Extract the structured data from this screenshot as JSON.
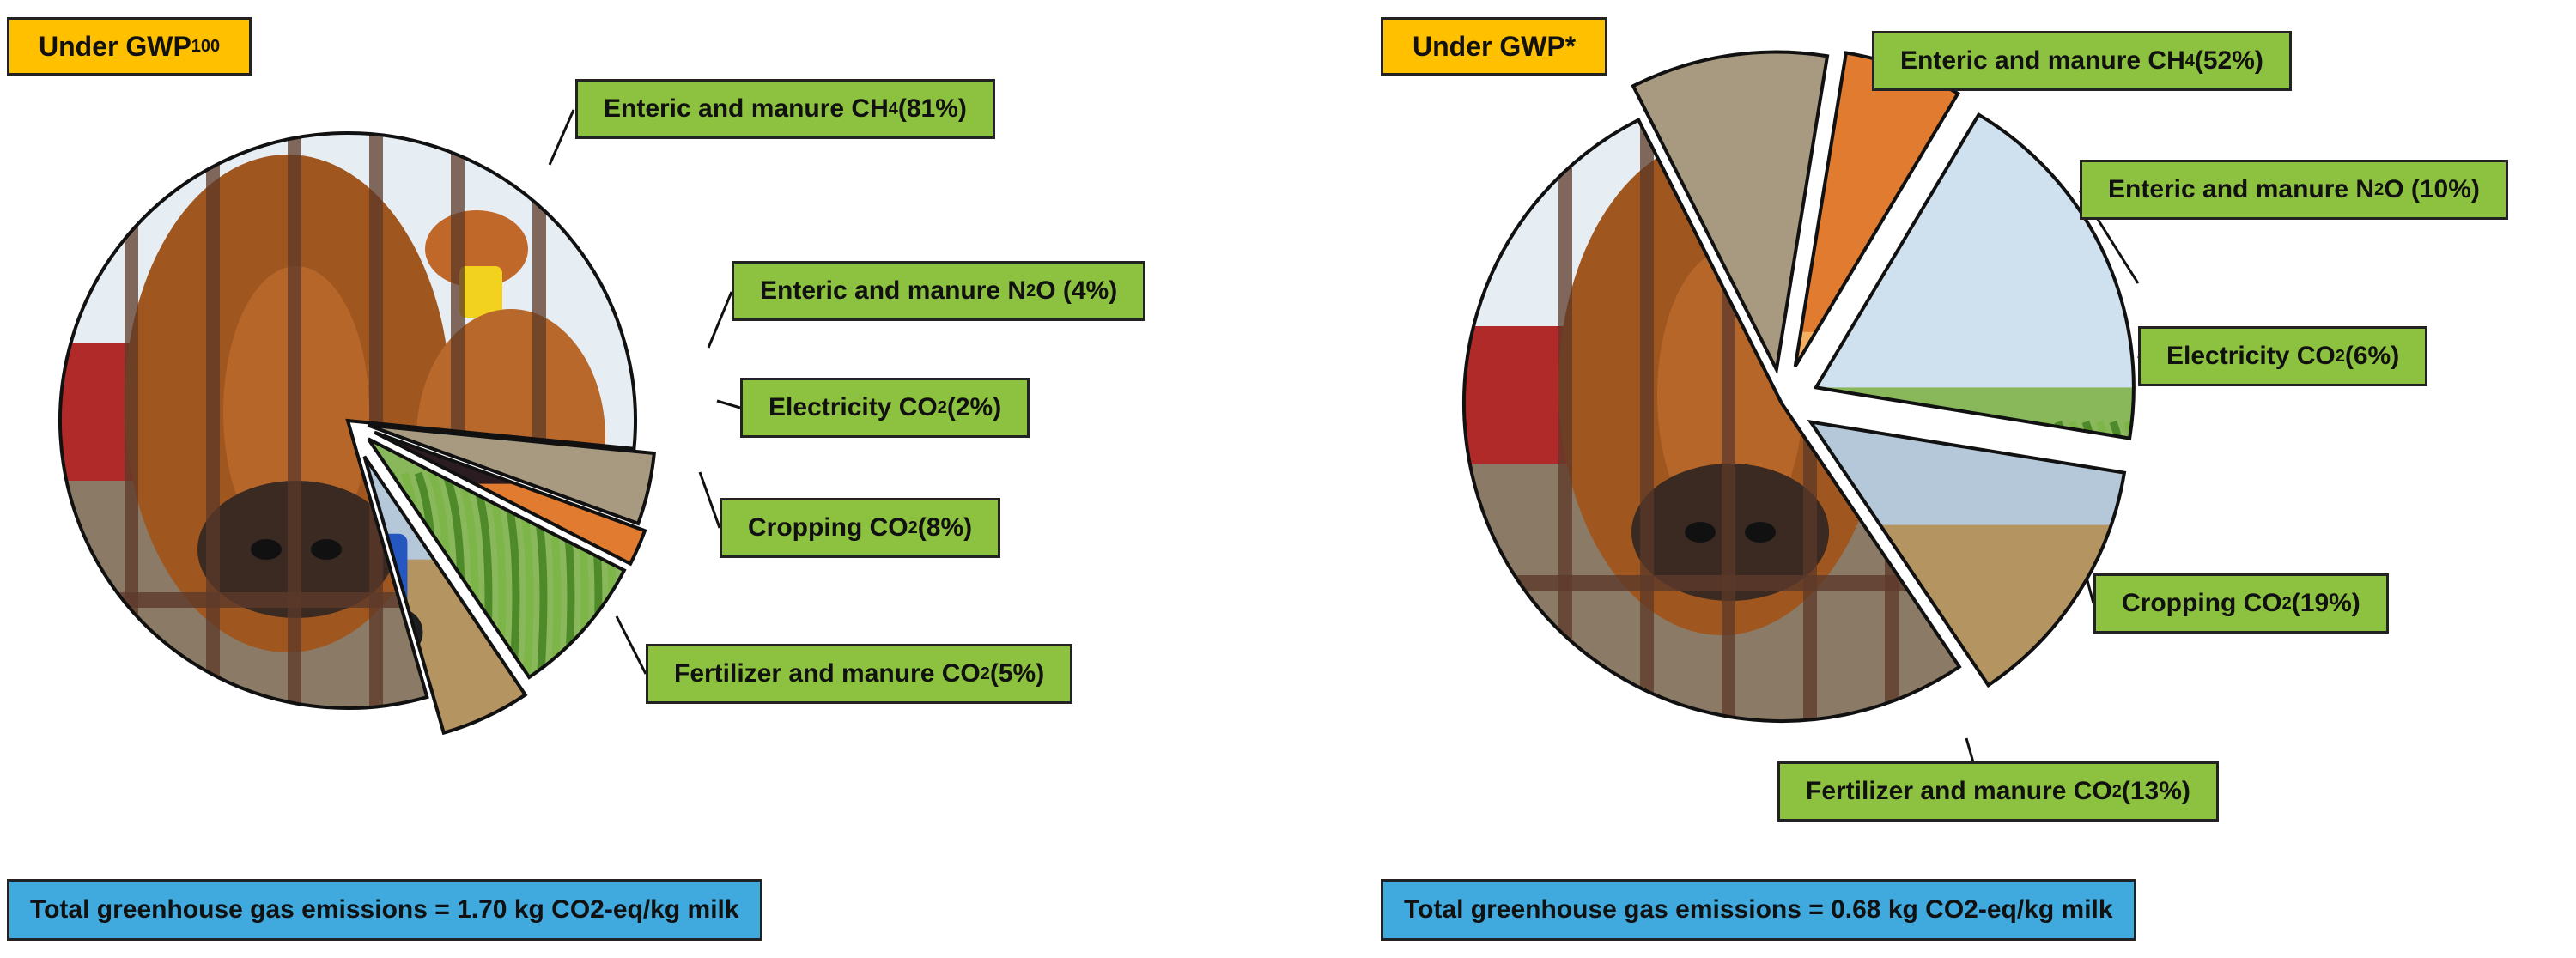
{
  "colors": {
    "heading": "#FFC000",
    "label": "#8DC140",
    "total": "#40A9DE",
    "cow": "#A0561F",
    "barn_red": "#B02A2A",
    "sky": "#E6EEF4",
    "field_green": "#6A9A38",
    "soil": "#B49460",
    "sunset": "#E07B30",
    "tractor_blue": "#2458C0"
  },
  "chart_data": [
    {
      "type": "pie",
      "title_prefix": "Under GWP",
      "title_subscript": "100",
      "total_text": "Total greenhouse gas emissions = 1.70 kg CO2-eq/kg milk",
      "slices": [
        {
          "label_prefix": "Enteric and manure CH",
          "label_subscript": "4",
          "label_suffix": " (81%)",
          "value": 81,
          "image": "cow"
        },
        {
          "label_prefix": "Enteric and manure N",
          "label_subscript": "2",
          "label_suffix": "O (4%)",
          "value": 4,
          "image": "manure"
        },
        {
          "label_prefix": "Electricity CO",
          "label_subscript": "2",
          "label_suffix": " (2%)",
          "value": 2,
          "image": "power-lines"
        },
        {
          "label_prefix": "Cropping CO",
          "label_subscript": "2",
          "label_suffix": " (8%)",
          "value": 8,
          "image": "corn"
        },
        {
          "label_prefix": "Fertilizer and manure CO",
          "label_subscript": "2",
          "label_suffix": " (5%)",
          "value": 5,
          "image": "tractor"
        }
      ]
    },
    {
      "type": "pie",
      "title_prefix": "Under GWP*",
      "title_subscript": "",
      "total_text": "Total greenhouse gas emissions = 0.68 kg CO2-eq/kg milk",
      "slices": [
        {
          "label_prefix": "Enteric and manure CH",
          "label_subscript": "4",
          "label_suffix": " (52%)",
          "value": 52,
          "image": "cow"
        },
        {
          "label_prefix": "Enteric and manure N",
          "label_subscript": "2",
          "label_suffix": "O (10%)",
          "value": 10,
          "image": "manure"
        },
        {
          "label_prefix": "Electricity CO",
          "label_subscript": "2",
          "label_suffix": " (6%)",
          "value": 6,
          "image": "power-lines"
        },
        {
          "label_prefix": "Cropping CO",
          "label_subscript": "2",
          "label_suffix": " (19%)",
          "value": 19,
          "image": "corn"
        },
        {
          "label_prefix": "Fertilizer and manure CO",
          "label_subscript": "2",
          "label_suffix": " (13%)",
          "value": 13,
          "image": "tractor"
        }
      ]
    }
  ]
}
